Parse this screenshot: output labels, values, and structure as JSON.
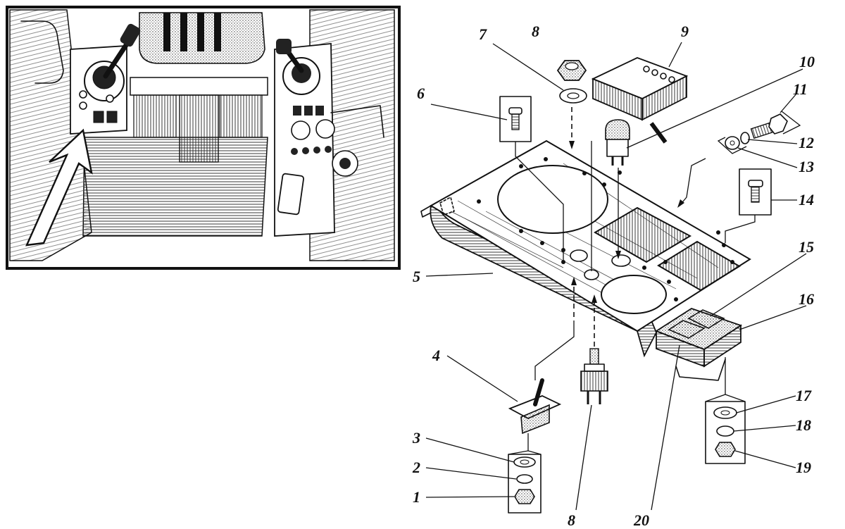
{
  "diagram": {
    "callouts": [
      {
        "id": "c1",
        "label": "1"
      },
      {
        "id": "c2",
        "label": "2"
      },
      {
        "id": "c3",
        "label": "3"
      },
      {
        "id": "c4",
        "label": "4"
      },
      {
        "id": "c5",
        "label": "5"
      },
      {
        "id": "c6",
        "label": "6"
      },
      {
        "id": "c7",
        "label": "7"
      },
      {
        "id": "c8a",
        "label": "8"
      },
      {
        "id": "c8b",
        "label": "8"
      },
      {
        "id": "c9",
        "label": "9"
      },
      {
        "id": "c10",
        "label": "10"
      },
      {
        "id": "c11",
        "label": "11"
      },
      {
        "id": "c12",
        "label": "12"
      },
      {
        "id": "c13",
        "label": "13"
      },
      {
        "id": "c14",
        "label": "14"
      },
      {
        "id": "c15",
        "label": "15"
      },
      {
        "id": "c16",
        "label": "16"
      },
      {
        "id": "c17",
        "label": "17"
      },
      {
        "id": "c18",
        "label": "18"
      },
      {
        "id": "c19",
        "label": "19"
      },
      {
        "id": "c20",
        "label": "20"
      }
    ]
  }
}
